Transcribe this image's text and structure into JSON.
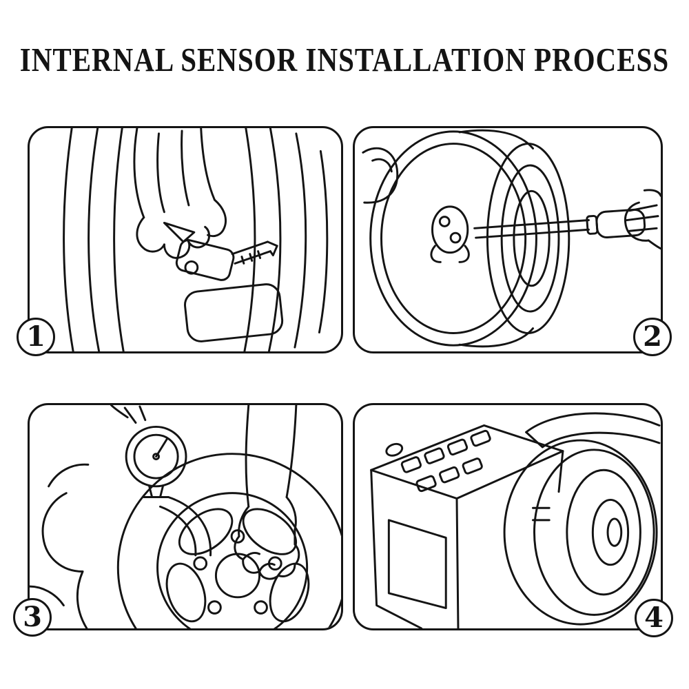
{
  "page": {
    "title": "INTERNAL SENSOR INSTALLATION PROCESS",
    "background_color": "#ffffff",
    "line_color": "#141414"
  },
  "steps": [
    {
      "number": "1",
      "illustration": "hand-inserting-tpms-sensor-into-tire"
    },
    {
      "number": "2",
      "illustration": "tightening-sensor-valve-on-wheel-rim-with-tool"
    },
    {
      "number": "3",
      "illustration": "mounting-tire-on-tire-changer-machine-with-air-gauge"
    },
    {
      "number": "4",
      "illustration": "wheel-mounted-on-balancing-machine"
    }
  ]
}
